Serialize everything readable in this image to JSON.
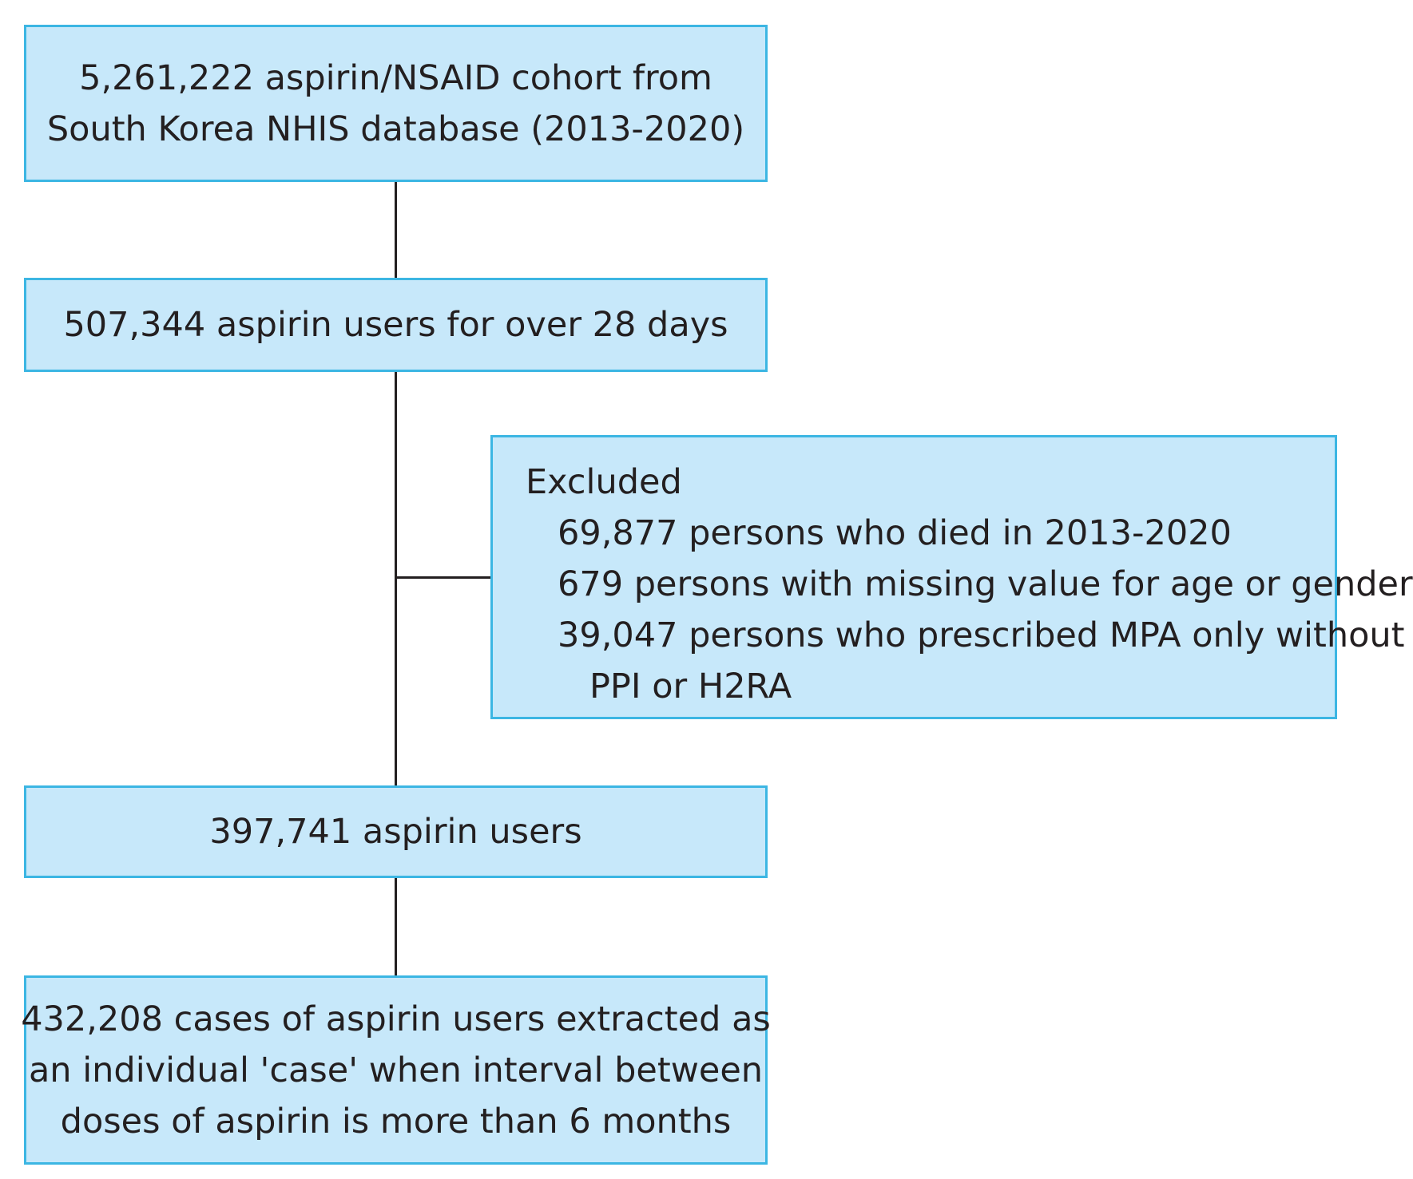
{
  "flowchart": {
    "cohort": {
      "lines": [
        "5,261,222 aspirin/NSAID cohort from",
        "South Korea NHIS database (2013-2020)"
      ]
    },
    "long_term_users": {
      "lines": [
        "507,344 aspirin users for over 28 days"
      ]
    },
    "exclusions": {
      "heading": "Excluded",
      "items": [
        "69,877 persons who died in 2013-2020",
        "679 persons with missing value for age or gender",
        "39,047 persons who prescribed MPA only without"
      ],
      "continuation": "PPI or H2RA"
    },
    "final_users": {
      "lines": [
        "397,741 aspirin users"
      ]
    },
    "cases": {
      "lines": [
        "432,208 cases of aspirin users extracted as",
        "an individual 'case' when interval between",
        "doses of aspirin is more than 6 months"
      ]
    }
  },
  "colors": {
    "box_fill": "#c7e8fa",
    "box_border": "#3cb6e3",
    "connector": "#231f20",
    "text": "#231f20"
  }
}
